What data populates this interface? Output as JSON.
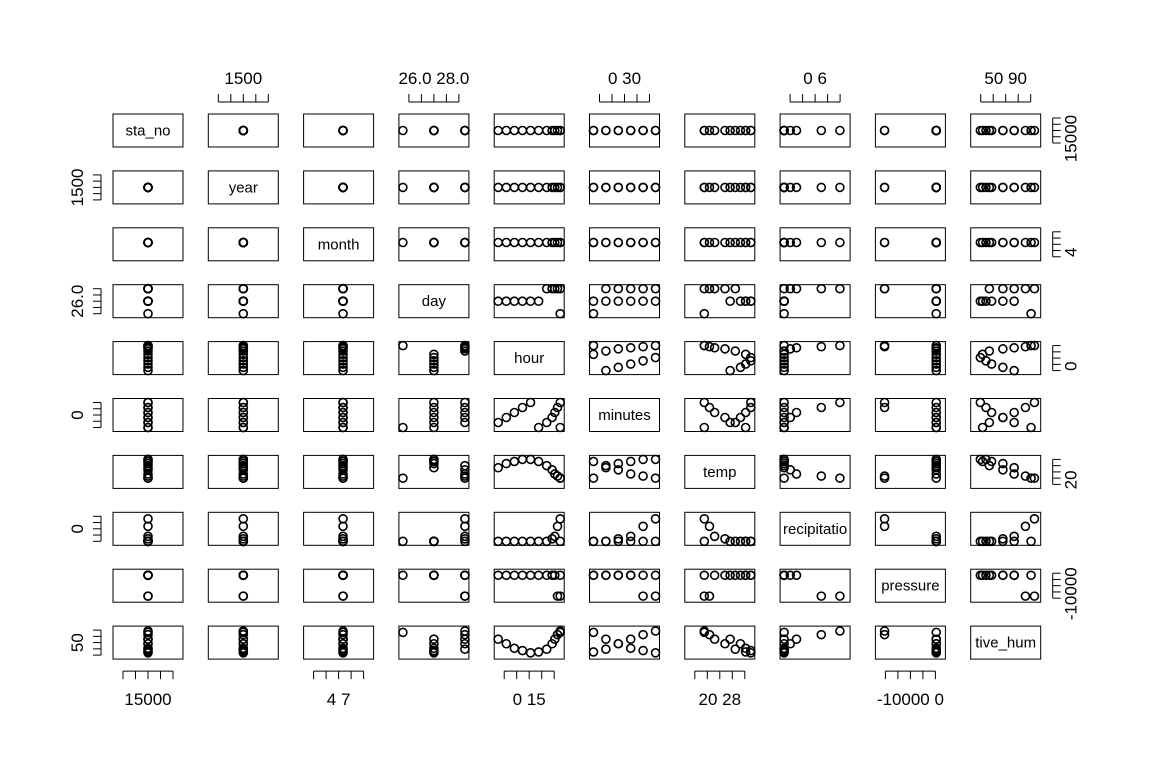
{
  "chart_data": {
    "type": "scatter",
    "subtype": "scatterplot-matrix",
    "variables": [
      "sta_no",
      "year",
      "month",
      "day",
      "hour",
      "minutes",
      "temp",
      "precipitation",
      "pressure",
      "relative_humidity"
    ],
    "diagonal_labels": [
      "sta_no",
      "year",
      "month",
      "day",
      "hour",
      "minutes",
      "temp",
      "recipitatio",
      "pressure",
      "tive_hum"
    ],
    "ranges": {
      "sta_no": [
        13000,
        17000
      ],
      "year": [
        1200,
        1800
      ],
      "month": [
        3,
        10
      ],
      "day": [
        26,
        28
      ],
      "hour": [
        0,
        23
      ],
      "minutes": [
        0,
        50
      ],
      "temp": [
        18,
        30
      ],
      "precipitation": [
        0,
        10
      ],
      "pressure": [
        -11000,
        1000
      ],
      "relative_humidity": [
        45,
        100
      ]
    },
    "axis_ticks": {
      "top": [
        {
          "var": "year",
          "ticks": [
            1500
          ],
          "label": "1500"
        },
        {
          "var": "day",
          "ticks": [
            26.0,
            28.0
          ],
          "label": "26.0    28.0"
        },
        {
          "var": "minutes",
          "ticks": [
            0,
            30
          ],
          "label": "0    30"
        },
        {
          "var": "precipitation",
          "ticks": [
            0,
            6
          ],
          "label": "0    6"
        },
        {
          "var": "relative_humidity",
          "ticks": [
            50,
            90
          ],
          "label": "50    90"
        }
      ],
      "bottom": [
        {
          "var": "sta_no",
          "ticks": [
            15000
          ],
          "label": "15000"
        },
        {
          "var": "month",
          "ticks": [
            4,
            7
          ],
          "label": "4    7"
        },
        {
          "var": "hour",
          "ticks": [
            0,
            15
          ],
          "label": "0    15"
        },
        {
          "var": "temp",
          "ticks": [
            20,
            28
          ],
          "label": "20    28"
        },
        {
          "var": "pressure",
          "ticks": [
            -10000,
            0
          ],
          "label": "-10000    0"
        }
      ],
      "left": [
        {
          "var": "year",
          "ticks": [
            1500
          ],
          "label": "1500"
        },
        {
          "var": "day",
          "ticks": [
            26.0
          ],
          "label": "26.0"
        },
        {
          "var": "minutes",
          "ticks": [
            0
          ],
          "label": "0"
        },
        {
          "var": "precipitation",
          "ticks": [
            0
          ],
          "label": "0"
        },
        {
          "var": "relative_humidity",
          "ticks": [
            50
          ],
          "label": "50"
        }
      ],
      "right": [
        {
          "var": "sta_no",
          "ticks": [
            15000
          ],
          "label": "15000"
        },
        {
          "var": "month",
          "ticks": [
            4
          ],
          "label": "4"
        },
        {
          "var": "hour",
          "ticks": [
            0
          ],
          "label": "0"
        },
        {
          "var": "temp",
          "ticks": [
            20
          ],
          "label": "20"
        },
        {
          "var": "pressure",
          "ticks": [
            -10000
          ],
          "label": "-10000"
        }
      ]
    },
    "data_points": {
      "sta_no": [
        15000,
        15000,
        15000,
        15000,
        15000,
        15000,
        15000,
        15000,
        15000,
        15000,
        15000,
        15000
      ],
      "year": [
        1500,
        1500,
        1500,
        1500,
        1500,
        1500,
        1500,
        1500,
        1500,
        1500,
        1500,
        1500
      ],
      "month": [
        7,
        7,
        7,
        7,
        7,
        7,
        7,
        7,
        7,
        7,
        7,
        7
      ],
      "day": [
        26,
        27,
        27,
        27,
        27,
        27,
        27,
        28,
        28,
        28,
        28,
        28
      ],
      "hour": [
        23,
        0,
        3,
        6,
        9,
        12,
        15,
        18,
        20,
        21,
        22,
        23
      ],
      "minutes": [
        0,
        10,
        20,
        30,
        40,
        50,
        0,
        10,
        20,
        30,
        40,
        50
      ],
      "temp": [
        21,
        26,
        28,
        29,
        30,
        30,
        29,
        27,
        25,
        23,
        22,
        21
      ],
      "precipitation": [
        0,
        0,
        0,
        0,
        0,
        0,
        0,
        0,
        1,
        2,
        6,
        9
      ],
      "pressure": [
        0,
        0,
        0,
        0,
        0,
        0,
        0,
        0,
        0,
        0,
        -10000,
        -10000
      ],
      "relative_humidity": [
        95,
        80,
        70,
        60,
        55,
        50,
        52,
        58,
        70,
        80,
        90,
        98
      ]
    }
  }
}
